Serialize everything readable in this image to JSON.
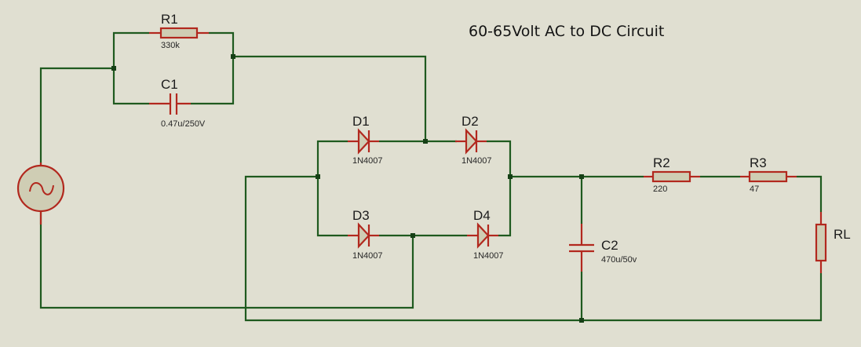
{
  "title": "60-65Volt AC to DC Circuit",
  "colors": {
    "background": "#e0dfd1",
    "wire": "#1f5a1f",
    "component": "#b2281e",
    "component_fill": "#cfcdb4"
  },
  "components": {
    "source": {
      "type": "ac-voltage-source",
      "symbol": "~"
    },
    "R1": {
      "label": "R1",
      "value": "330k",
      "type": "resistor"
    },
    "C1": {
      "label": "C1",
      "value": "0.47u/250V",
      "type": "capacitor"
    },
    "D1": {
      "label": "D1",
      "value": "1N4007",
      "type": "diode"
    },
    "D2": {
      "label": "D2",
      "value": "1N4007",
      "type": "diode"
    },
    "D3": {
      "label": "D3",
      "value": "1N4007",
      "type": "diode"
    },
    "D4": {
      "label": "D4",
      "value": "1N4007",
      "type": "diode"
    },
    "C2": {
      "label": "C2",
      "value": "470u/50v",
      "type": "capacitor"
    },
    "R2": {
      "label": "R2",
      "value": "220",
      "type": "resistor"
    },
    "R3": {
      "label": "R3",
      "value": "47",
      "type": "resistor"
    },
    "RL": {
      "label": "RL",
      "type": "resistor"
    }
  }
}
